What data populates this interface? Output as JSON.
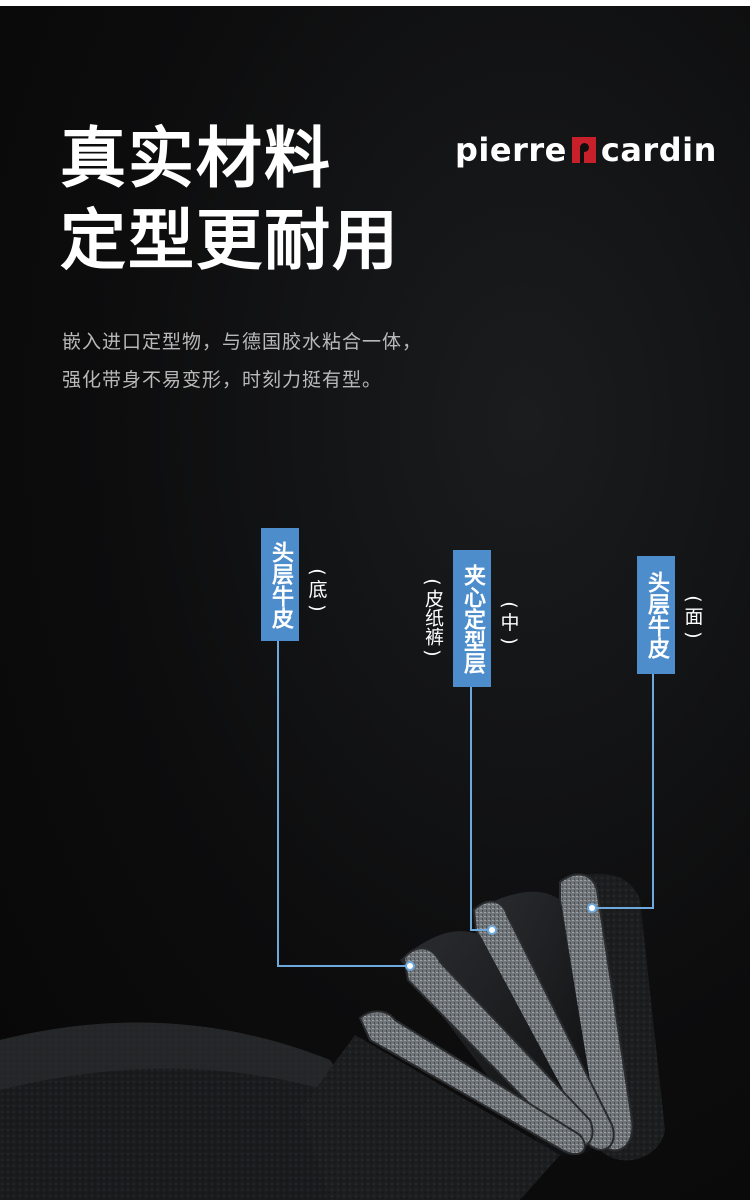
{
  "headline": {
    "line1": "真实材料",
    "line2": "定型更耐用"
  },
  "subtitle": {
    "line1": "嵌入进口定型物，与德国胶水粘合一体，",
    "line2": "强化带身不易变形，时刻力挺有型。"
  },
  "brand": {
    "word_left": "pierre",
    "word_right": "cardin",
    "accent_color": "#c8202a"
  },
  "layers": [
    {
      "label": "头层牛皮",
      "note": "底"
    },
    {
      "label": "夹心定型层",
      "note": "中",
      "extra": "皮纸裤"
    },
    {
      "label": "头层牛皮",
      "note": "面"
    }
  ],
  "colors": {
    "tag_blue": "#4d8dcc",
    "line_blue": "#6ea9de",
    "background": "#0b0b0c"
  }
}
